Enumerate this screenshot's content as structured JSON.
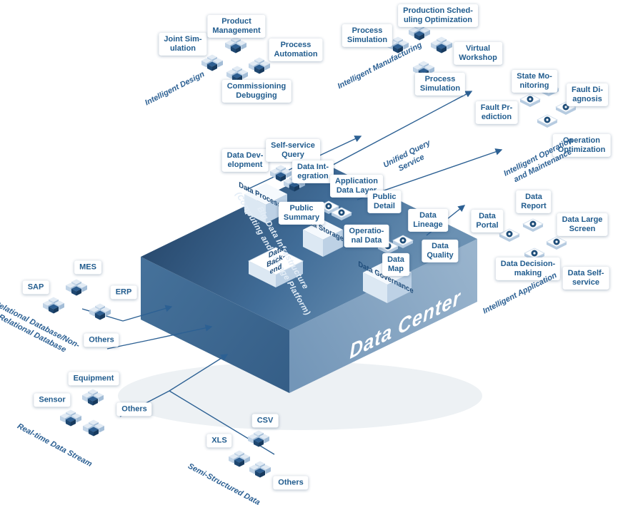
{
  "colors": {
    "navy": "#1f4e79",
    "chip_text": "#215c8e",
    "caption_text": "#2c6093",
    "arrow": "#2c6093",
    "platform_top_dark": "#2a4c71",
    "platform_top_mid": "#416d98",
    "platform_top_light": "#6b91b3"
  },
  "platform": {
    "title": "Data Center",
    "subtitle": "Big Data Infrastructure\n(Computing and Storage Platform)",
    "boxes": {
      "data_processing": "Data Processing",
      "data_storage": "Data Storage",
      "data_governance": "Data Governance",
      "data_backend": "Data\nBack-\nend"
    },
    "modules": {
      "data_development": "Data Dev-\nelopment",
      "self_service_query": "Self-service\nQuery",
      "data_integration": "Data Int-\negration",
      "application_data_layer": "Application\nData Layer",
      "public_detail": "Public\nDetail",
      "public_summary": "Public\nSummary",
      "operational_data": "Operatio-\nnal Data",
      "data_lineage": "Data\nLineage",
      "data_quality": "Data\nQuality",
      "data_map": "Data\nMap"
    }
  },
  "query_service_caption": "Unified Query\nService",
  "groups": {
    "design": {
      "caption": "Intelligent Design",
      "nodes": {
        "joint_simulation": "Joint Sim-\nulation",
        "product_management": "Product\nManagement",
        "process_automation": "Process\nAutomation",
        "commissioning_debugging": "Commissioning\nDebugging"
      }
    },
    "manufacturing": {
      "caption": "Intelligent Manufacturing",
      "nodes": {
        "process_simulation_a": "Process\nSimulation",
        "production_scheduling_optimization": "Production Sched-\nuling Optimization",
        "virtual_workshop": "Virtual\nWorkshop",
        "process_simulation_b": "Process\nSimulation"
      }
    },
    "operation_maintenance": {
      "caption": "Intelligent Operation\nand Maintenance",
      "nodes": {
        "state_monitoring": "State Mo-\nnitoring",
        "fault_diagnosis": "Fault Di-\nagnosis",
        "fault_prediction": "Fault Pr-\nediction",
        "operation_optimization": "Operation\nOptimization"
      }
    },
    "application": {
      "caption": "Intelligent Application",
      "nodes": {
        "data_report": "Data\nReport",
        "data_large_screen": "Data Large\nScreen",
        "data_portal": "Data\nPortal",
        "data_decision_making": "Data Decision-\nmaking",
        "data_self_service": "Data Self-\nservice"
      }
    }
  },
  "sources": {
    "relational": {
      "caption": "Relational Database/Non-\nRelational Database",
      "nodes": {
        "sap": "SAP",
        "mes": "MES",
        "erp": "ERP",
        "others": "Others"
      }
    },
    "realtime": {
      "caption": "Real-time Data Stream",
      "nodes": {
        "sensor": "Sensor",
        "equipment": "Equipment",
        "others": "Others"
      }
    },
    "semi_structured": {
      "caption": "Semi-Structured Data",
      "nodes": {
        "xls": "XLS",
        "csv": "CSV",
        "others": "Others"
      }
    }
  }
}
